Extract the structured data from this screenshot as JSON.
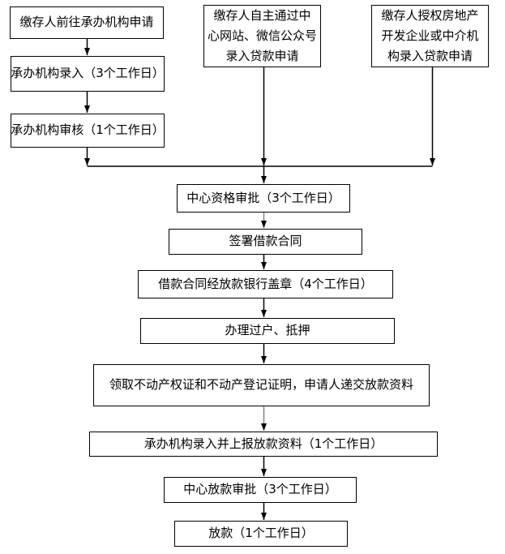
{
  "colors": {
    "line": "#000000",
    "connector_gray": "#808080",
    "background": "#ffffff",
    "text": "#000000"
  },
  "nodes": {
    "apply_in_person": {
      "label": "缴存人前往承办机构申请"
    },
    "agency_entry": {
      "label": "承办机构录入（3个工作日）"
    },
    "agency_review": {
      "label": "承办机构审核（1个工作日）"
    },
    "self_service": {
      "label": "缴存人自主通过中心网站、微信公众号录入贷款申请",
      "lines": [
        "缴存人自主通过中",
        "心网站、微信公众号",
        "录入贷款申请"
      ]
    },
    "authorized_entry": {
      "label": "缴存人授权房地产开发企业或中介机构录入贷款申请",
      "lines": [
        "缴存人授权房地产",
        "开发企业或中介机",
        "构录入贷款申请"
      ]
    },
    "center_qualification": {
      "label": "中心资格审批（3个工作日）"
    },
    "sign_contract": {
      "label": "签署借款合同"
    },
    "bank_seal": {
      "label": "借款合同经放款银行盖章（4个工作日）"
    },
    "transfer_mortgage": {
      "label": "办理过户、抵押"
    },
    "obtain_certificates": {
      "label": "领取不动产权证和不动产登记证明，申请人递交放款资料"
    },
    "agency_submit": {
      "label": "承办机构录入并上报放款资料（1个工作日）"
    },
    "center_loan_approval": {
      "label": "中心放款审批（3个工作日）"
    },
    "disbursement": {
      "label": "放款（1个工作日）"
    }
  },
  "edges": [
    {
      "from": "apply_in_person",
      "to": "agency_entry"
    },
    {
      "from": "agency_entry",
      "to": "agency_review"
    },
    {
      "from": "agency_review",
      "to": "center_qualification"
    },
    {
      "from": "self_service",
      "to": "center_qualification"
    },
    {
      "from": "authorized_entry",
      "to": "center_qualification"
    },
    {
      "from": "center_qualification",
      "to": "sign_contract"
    },
    {
      "from": "sign_contract",
      "to": "bank_seal"
    },
    {
      "from": "bank_seal",
      "to": "transfer_mortgage"
    },
    {
      "from": "transfer_mortgage",
      "to": "obtain_certificates"
    },
    {
      "from": "obtain_certificates",
      "to": "agency_submit"
    },
    {
      "from": "agency_submit",
      "to": "center_loan_approval"
    },
    {
      "from": "center_loan_approval",
      "to": "disbursement"
    }
  ]
}
